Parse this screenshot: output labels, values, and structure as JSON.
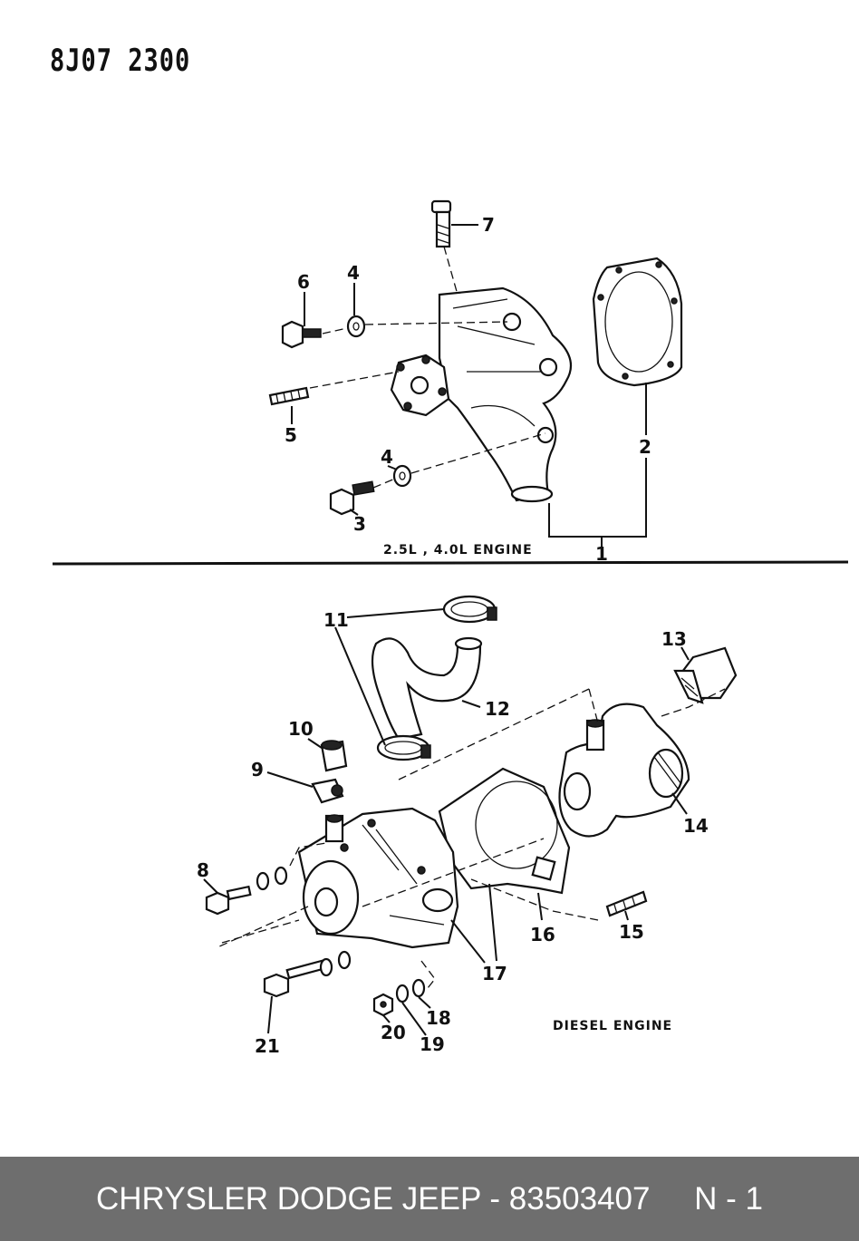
{
  "header": {
    "reference_code": "8J07 2300"
  },
  "sections": {
    "top": {
      "label": "2.5L , 4.0L ENGINE"
    },
    "bottom": {
      "label": "DIESEL ENGINE"
    }
  },
  "callouts": {
    "c1": "1",
    "c2": "2",
    "c3": "3",
    "c4a": "4",
    "c4b": "4",
    "c5": "5",
    "c6": "6",
    "c7": "7",
    "c8": "8",
    "c9": "9",
    "c10": "10",
    "c11": "11",
    "c12": "12",
    "c13": "13",
    "c14": "14",
    "c15": "15",
    "c16": "16",
    "c17": "17",
    "c18": "18",
    "c19": "19",
    "c20": "20",
    "c21": "21"
  },
  "footer": {
    "brand_part": "CHRYSLER DODGE JEEP - 83503407",
    "page": "N - 1"
  }
}
